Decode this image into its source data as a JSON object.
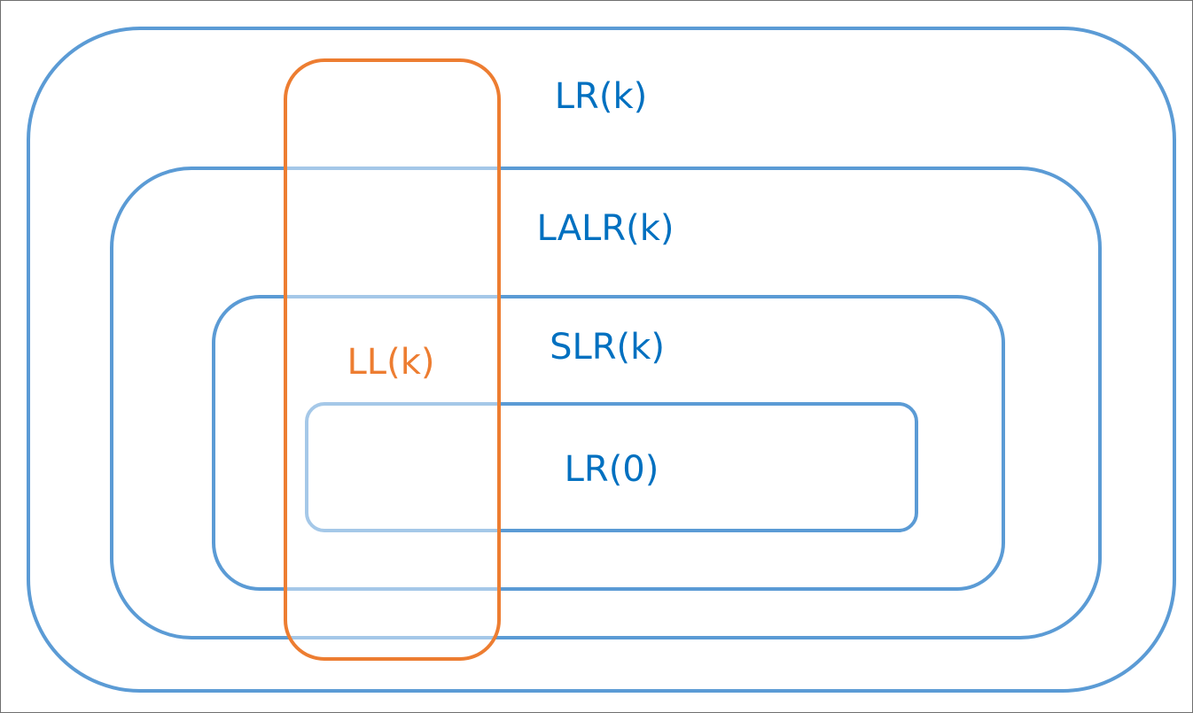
{
  "colors": {
    "lr_family": "#5b9bd5",
    "lr_family_text": "#0070c0",
    "ll_family": "#ed7d31",
    "ll_family_text": "#ed7d31",
    "background": "#ffffff",
    "frame": "#6f6f6f"
  },
  "diagram": {
    "regions": [
      {
        "id": "lr-k",
        "label": "LR(k)"
      },
      {
        "id": "lalr-k",
        "label": "LALR(k)"
      },
      {
        "id": "slr-k",
        "label": "SLR(k)"
      },
      {
        "id": "lr-0",
        "label": "LR(0)"
      },
      {
        "id": "ll-k",
        "label": "LL(k)"
      }
    ]
  }
}
